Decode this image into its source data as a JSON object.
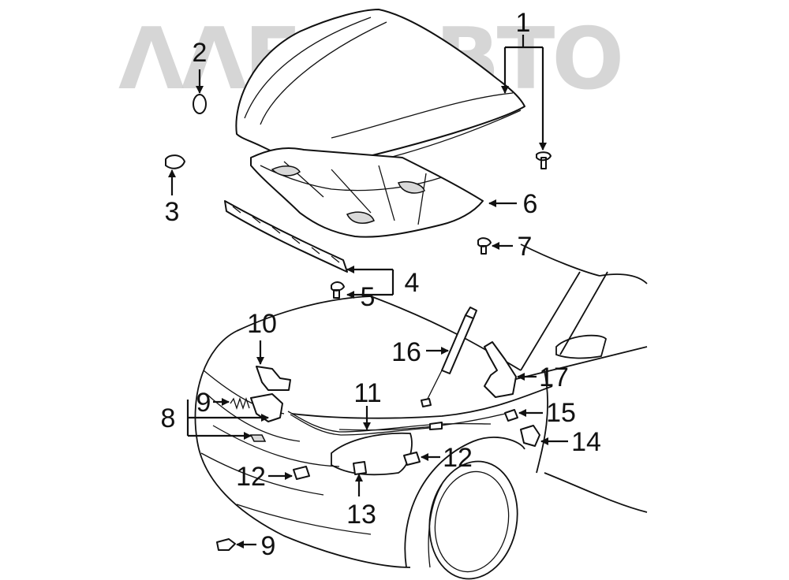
{
  "watermark": "ΛΛΕ⚙ΛΒΤΟ",
  "colors": {
    "line": "#111111",
    "watermark": "#cfcfcf",
    "background": "#ffffff"
  },
  "callouts": [
    {
      "id": "c1",
      "text": "1"
    },
    {
      "id": "c2",
      "text": "2"
    },
    {
      "id": "c3",
      "text": "3"
    },
    {
      "id": "c4",
      "text": "4"
    },
    {
      "id": "c5",
      "text": "5"
    },
    {
      "id": "c6",
      "text": "6"
    },
    {
      "id": "c7",
      "text": "7"
    },
    {
      "id": "c8",
      "text": "8"
    },
    {
      "id": "c9a",
      "text": "9"
    },
    {
      "id": "c9b",
      "text": "9"
    },
    {
      "id": "c10",
      "text": "10"
    },
    {
      "id": "c11",
      "text": "11"
    },
    {
      "id": "c12a",
      "text": "12"
    },
    {
      "id": "c12b",
      "text": "12"
    },
    {
      "id": "c13",
      "text": "13"
    },
    {
      "id": "c14",
      "text": "14"
    },
    {
      "id": "c15",
      "text": "15"
    },
    {
      "id": "c16",
      "text": "16"
    },
    {
      "id": "c17",
      "text": "17"
    }
  ]
}
